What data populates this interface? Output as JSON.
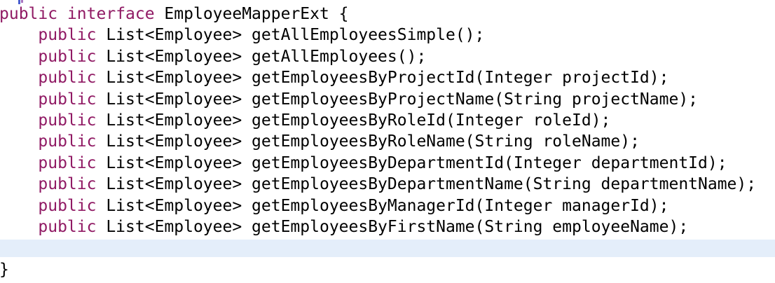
{
  "editor": {
    "background_color": "#ffffff",
    "plain_color": "#000000",
    "keyword_color": "#901a64",
    "highlight_color": "#e4eefa",
    "clipped_fragment": {
      "description": "bottom sliver of a character cut off from the previous line at top edge",
      "left_color": "#4a5fd0",
      "right_color": "#a875c0"
    },
    "lines": [
      {
        "highlighted": false,
        "segments": [
          {
            "type": "keyword",
            "text": "public"
          },
          {
            "type": "plain",
            "text": " "
          },
          {
            "type": "keyword",
            "text": "interface"
          },
          {
            "type": "plain",
            "text": " EmployeeMapperExt {"
          }
        ]
      },
      {
        "highlighted": false,
        "segments": [
          {
            "type": "plain",
            "text": "    "
          },
          {
            "type": "keyword",
            "text": "public"
          },
          {
            "type": "plain",
            "text": " List<Employee> getAllEmployeesSimple();"
          }
        ]
      },
      {
        "highlighted": false,
        "segments": [
          {
            "type": "plain",
            "text": "    "
          },
          {
            "type": "keyword",
            "text": "public"
          },
          {
            "type": "plain",
            "text": " List<Employee> getAllEmployees();"
          }
        ]
      },
      {
        "highlighted": false,
        "segments": [
          {
            "type": "plain",
            "text": "    "
          },
          {
            "type": "keyword",
            "text": "public"
          },
          {
            "type": "plain",
            "text": " List<Employee> getEmployeesByProjectId(Integer projectId);"
          }
        ]
      },
      {
        "highlighted": false,
        "segments": [
          {
            "type": "plain",
            "text": "    "
          },
          {
            "type": "keyword",
            "text": "public"
          },
          {
            "type": "plain",
            "text": " List<Employee> getEmployeesByProjectName(String projectName);"
          }
        ]
      },
      {
        "highlighted": false,
        "segments": [
          {
            "type": "plain",
            "text": "    "
          },
          {
            "type": "keyword",
            "text": "public"
          },
          {
            "type": "plain",
            "text": " List<Employee> getEmployeesByRoleId(Integer roleId);"
          }
        ]
      },
      {
        "highlighted": false,
        "segments": [
          {
            "type": "plain",
            "text": "    "
          },
          {
            "type": "keyword",
            "text": "public"
          },
          {
            "type": "plain",
            "text": " List<Employee> getEmployeesByRoleName(String roleName);"
          }
        ]
      },
      {
        "highlighted": false,
        "segments": [
          {
            "type": "plain",
            "text": "    "
          },
          {
            "type": "keyword",
            "text": "public"
          },
          {
            "type": "plain",
            "text": " List<Employee> getEmployeesByDepartmentId(Integer departmentId);"
          }
        ]
      },
      {
        "highlighted": false,
        "segments": [
          {
            "type": "plain",
            "text": "    "
          },
          {
            "type": "keyword",
            "text": "public"
          },
          {
            "type": "plain",
            "text": " List<Employee> getEmployeesByDepartmentName(String departmentName);"
          }
        ]
      },
      {
        "highlighted": false,
        "segments": [
          {
            "type": "plain",
            "text": "    "
          },
          {
            "type": "keyword",
            "text": "public"
          },
          {
            "type": "plain",
            "text": " List<Employee> getEmployeesByManagerId(Integer managerId);"
          }
        ]
      },
      {
        "highlighted": false,
        "segments": [
          {
            "type": "plain",
            "text": "    "
          },
          {
            "type": "keyword",
            "text": "public"
          },
          {
            "type": "plain",
            "text": " List<Employee> getEmployeesByFirstName(String employeeName);"
          }
        ]
      },
      {
        "highlighted": true,
        "segments": []
      },
      {
        "highlighted": false,
        "segments": [
          {
            "type": "plain",
            "text": "}"
          }
        ]
      }
    ]
  }
}
